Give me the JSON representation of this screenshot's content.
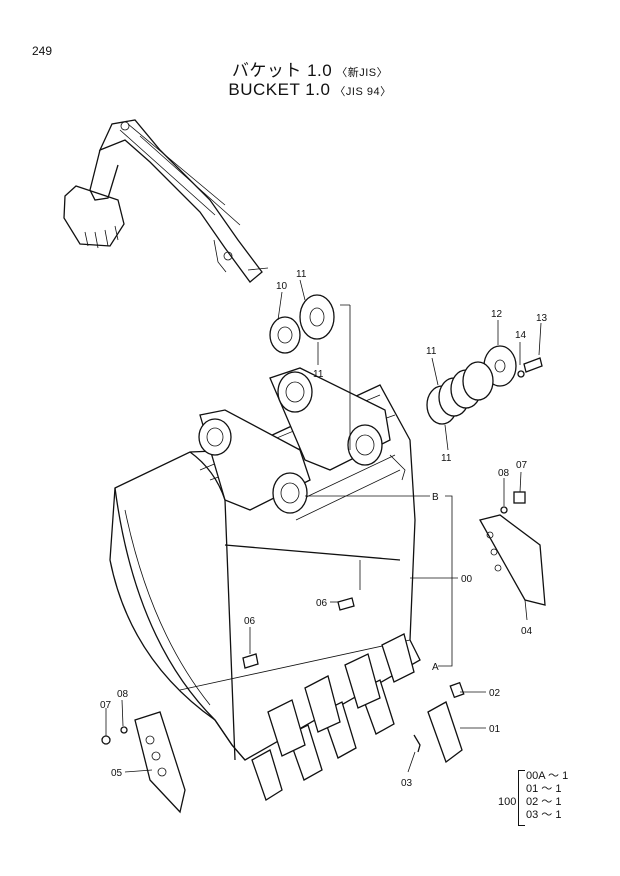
{
  "page": {
    "number": "249"
  },
  "title": {
    "line1": "バケット 1.0",
    "line1_note": "〈新JIS〉",
    "line2": "BUCKET 1.0",
    "line2_note": "〈JIS 94〉"
  },
  "callouts": {
    "c00": "00",
    "c01": "01",
    "c02": "02",
    "c03": "03",
    "c04": "04",
    "c05": "05",
    "c06a": "06",
    "c06b": "06",
    "c07a": "07",
    "c07b": "07",
    "c08a": "08",
    "c08b": "08",
    "c10": "10",
    "c11a": "11",
    "c11b": "11",
    "c11c": "11",
    "c11d": "11",
    "c12": "12",
    "c13": "13",
    "c14": "14",
    "refA": "A",
    "refB": "B"
  },
  "quantity_table": {
    "total": "100",
    "rows": [
      "00A ～ 1",
      "01  ～ 1",
      "02  ～ 1",
      "03  ～ 1"
    ]
  }
}
